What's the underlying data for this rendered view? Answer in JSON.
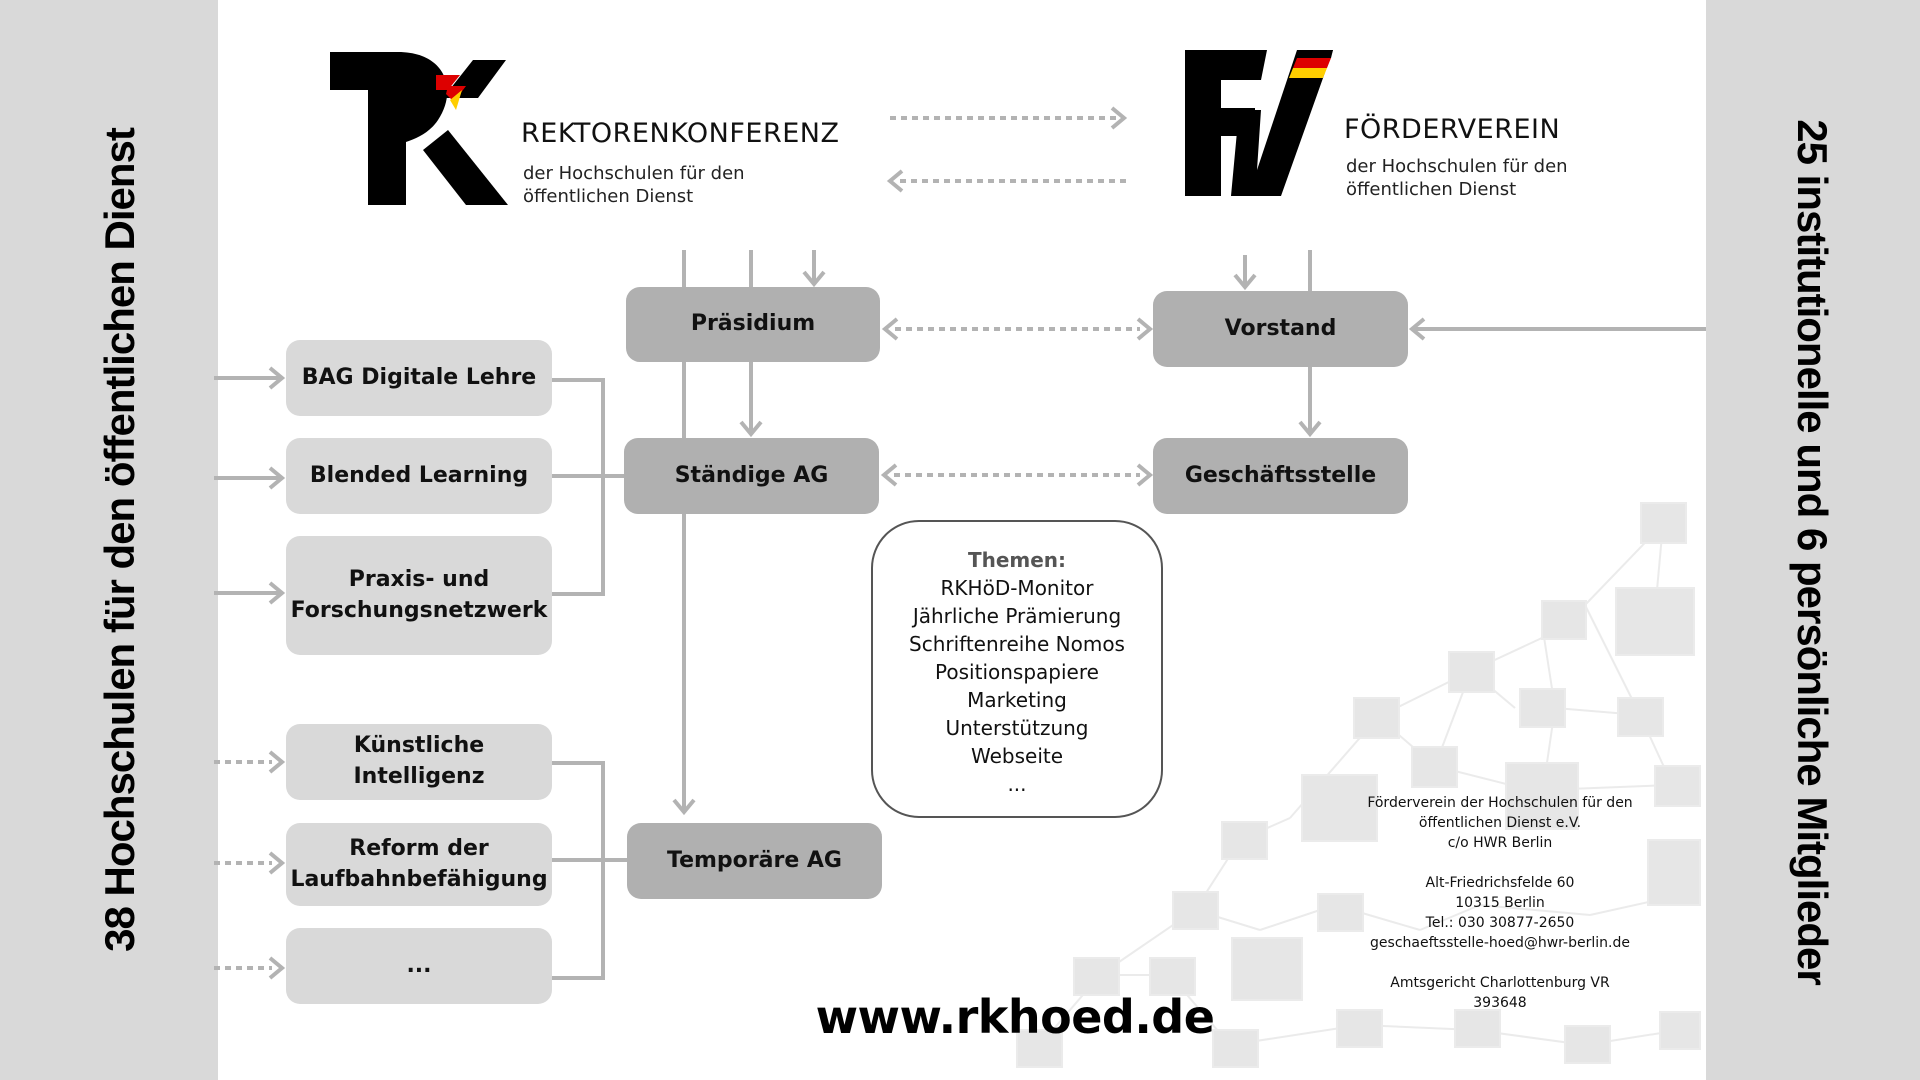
{
  "left_panel": {
    "text": "38 Hochschulen für den öffentlichen Dienst"
  },
  "right_panel": {
    "text": "25 institutionelle und 6 persönliche Mitglieder"
  },
  "logos": {
    "rk": {
      "mark": "RK",
      "title": "REKTORENKONFERENZ",
      "subtitle_line1": "der Hochschulen für den",
      "subtitle_line2": "öffentlichen Dienst",
      "flag_colors": [
        "#000000",
        "#dd0000",
        "#ffce00"
      ]
    },
    "fv": {
      "mark": "FV",
      "title": "FÖRDERVEREIN",
      "subtitle_line1": "der Hochschulen für den",
      "subtitle_line2": "öffentlichen Dienst",
      "flag_colors": [
        "#000000",
        "#dd0000",
        "#ffce00"
      ]
    }
  },
  "rk_org": {
    "praesidium": "Präsidium",
    "staendige_ag": "Ständige AG",
    "temporaere_ag": "Temporäre AG"
  },
  "fv_org": {
    "vorstand": "Vorstand",
    "geschaeftsstelle": "Geschäftsstelle"
  },
  "standing_groups": [
    {
      "label": "BAG Digitale Lehre"
    },
    {
      "label": "Blended Learning"
    },
    {
      "label_line1": "Praxis- und",
      "label_line2": "Forschungsnetzwerk"
    }
  ],
  "temporary_groups": [
    {
      "label": "Künstliche Intelligenz"
    },
    {
      "label_line1": "Reform der",
      "label_line2": "Laufbahnbefähigung"
    },
    {
      "label": "..."
    }
  ],
  "themes": {
    "title": "Themen:",
    "items": [
      "RKHöD-Monitor",
      "Jährliche Prämierung",
      "Schriftenreihe Nomos",
      "Positionspapiere",
      "Marketing",
      "Unterstützung",
      "Webseite",
      "..."
    ]
  },
  "address": {
    "text": "Förderverein der Hochschulen für den\nöffentlichen Dienst e.V.\nc/o HWR Berlin\n\nAlt-Friedrichsfelde 60\n10315 Berlin\nTel.: 030 30877-2650\ngeschaeftsstelle-hoed@hwr-berlin.de\n\nAmtsgericht Charlottenburg VR\n393648"
  },
  "website": "www.rkhoed.de",
  "colors": {
    "panel_gray": "#d9d9d9",
    "box_dark": "#b0b0b0",
    "box_light": "#d9d9d9",
    "connector": "#b3b3b3",
    "network_bg": "#e6e6e6"
  }
}
